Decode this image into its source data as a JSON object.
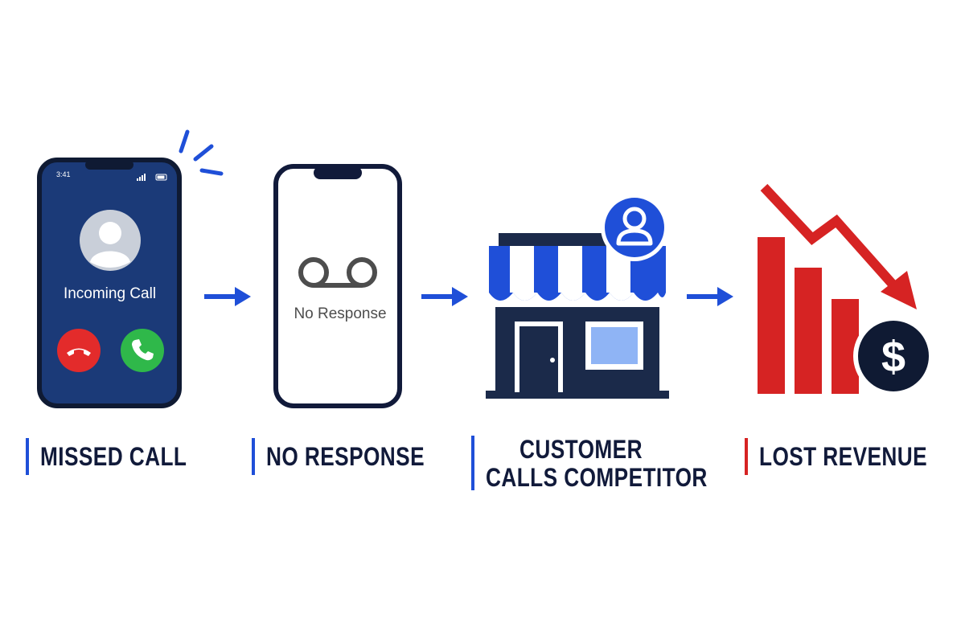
{
  "phone": {
    "status_time": "3:41",
    "caller_label": "Incoming Call"
  },
  "voicemail": {
    "label": "No Response"
  },
  "steps": [
    {
      "label": "MISSED CALL",
      "bar_color": "#1f4fd8"
    },
    {
      "label": "NO RESPONSE",
      "bar_color": "#1f4fd8"
    },
    {
      "label_line1": "CUSTOMER",
      "label_line2": "CALLS COMPETITOR",
      "bar_color": "#1f4fd8"
    },
    {
      "label": "LOST REVENUE",
      "bar_color": "#d62323"
    }
  ],
  "icons": {
    "avatar": "user-avatar-icon",
    "decline": "decline-call-icon",
    "accept": "accept-call-icon",
    "voicemail": "voicemail-icon",
    "store": "storefront-icon",
    "customer": "customer-badge-icon",
    "chart": "declining-chart-icon",
    "dollar": "dollar-icon"
  },
  "colors": {
    "navy": "#1b3a78",
    "dark": "#0f1a33",
    "blue": "#1f4fd8",
    "red": "#d62323",
    "green": "#2fb84a"
  }
}
